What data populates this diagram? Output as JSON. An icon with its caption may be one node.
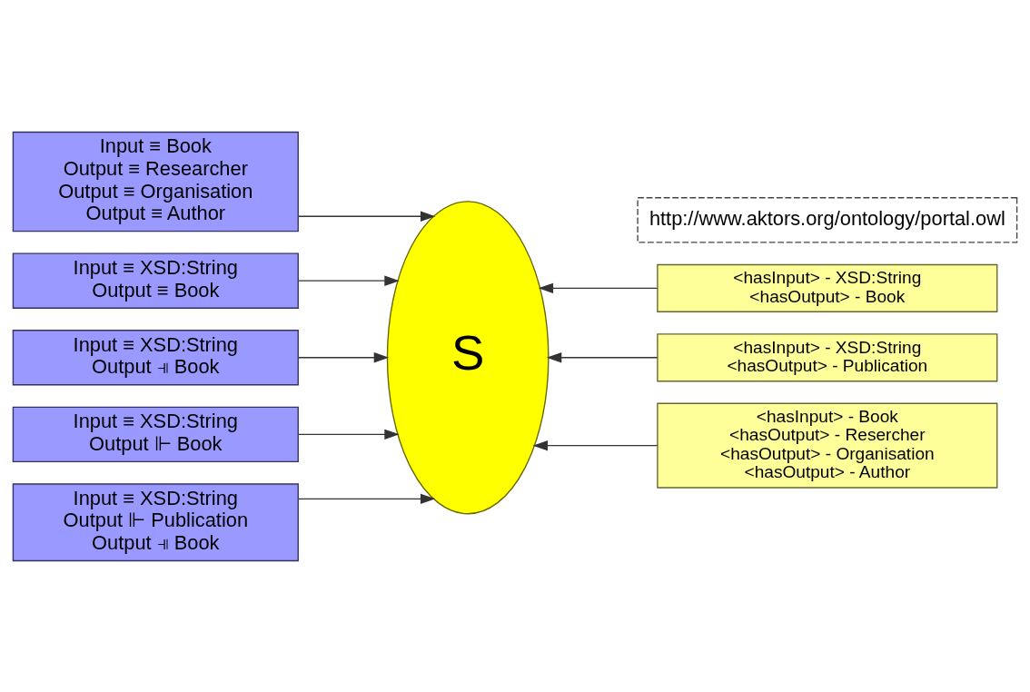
{
  "diagram": {
    "nodes": [
      {
        "text": [
          "Input ≡ Book Output ≡ Researcher Output ≡ Organisation Output ≡ Author"
        ]
      },
      {
        "text": [
          "Input ≡ XSD:String Output ≡ Book"
        ]
      },
      {
        "text": [
          "Input ≡ XSD:String Output ⫣ Book"
        ]
      },
      {
        "text": [
          "Input ≡ XSD:String Output ⊩ Book"
        ]
      },
      {
        "text": [
          "Input ≡ XSD:String Output ⊩ Publication Output ⫣ Book"
        ]
      },
      {
        "text": [
          "S"
        ]
      },
      {
        "text": [
          "<hasInput> - XSD:String <hasOutput> - Book"
        ]
      },
      {
        "text": [
          "<hasInput> - XSD:String <hasOutput> - Publication"
        ]
      },
      {
        "text": [
          "<hasInput> - Book <hasOutput> - Resercher <hasOutput> - Organisation <hasOutput> - Author"
        ]
      },
      {
        "text": [
          "http://www.aktors.org/ontology/portal.owl"
        ]
      }
    ],
    "edges": [
      {
        "from": 0,
        "to": 5,
        "arrow": "to"
      },
      {
        "from": 1,
        "to": 5,
        "arrow": "to"
      },
      {
        "from": 2,
        "to": 5,
        "arrow": "to"
      },
      {
        "from": 3,
        "to": 5,
        "arrow": "to"
      },
      {
        "from": 4,
        "to": 5,
        "arrow": "to"
      },
      {
        "from": 6,
        "to": 5,
        "arrow": "to"
      },
      {
        "from": 7,
        "to": 5,
        "arrow": "to"
      },
      {
        "from": 8,
        "to": 5,
        "arrow": "to"
      }
    ]
  }
}
